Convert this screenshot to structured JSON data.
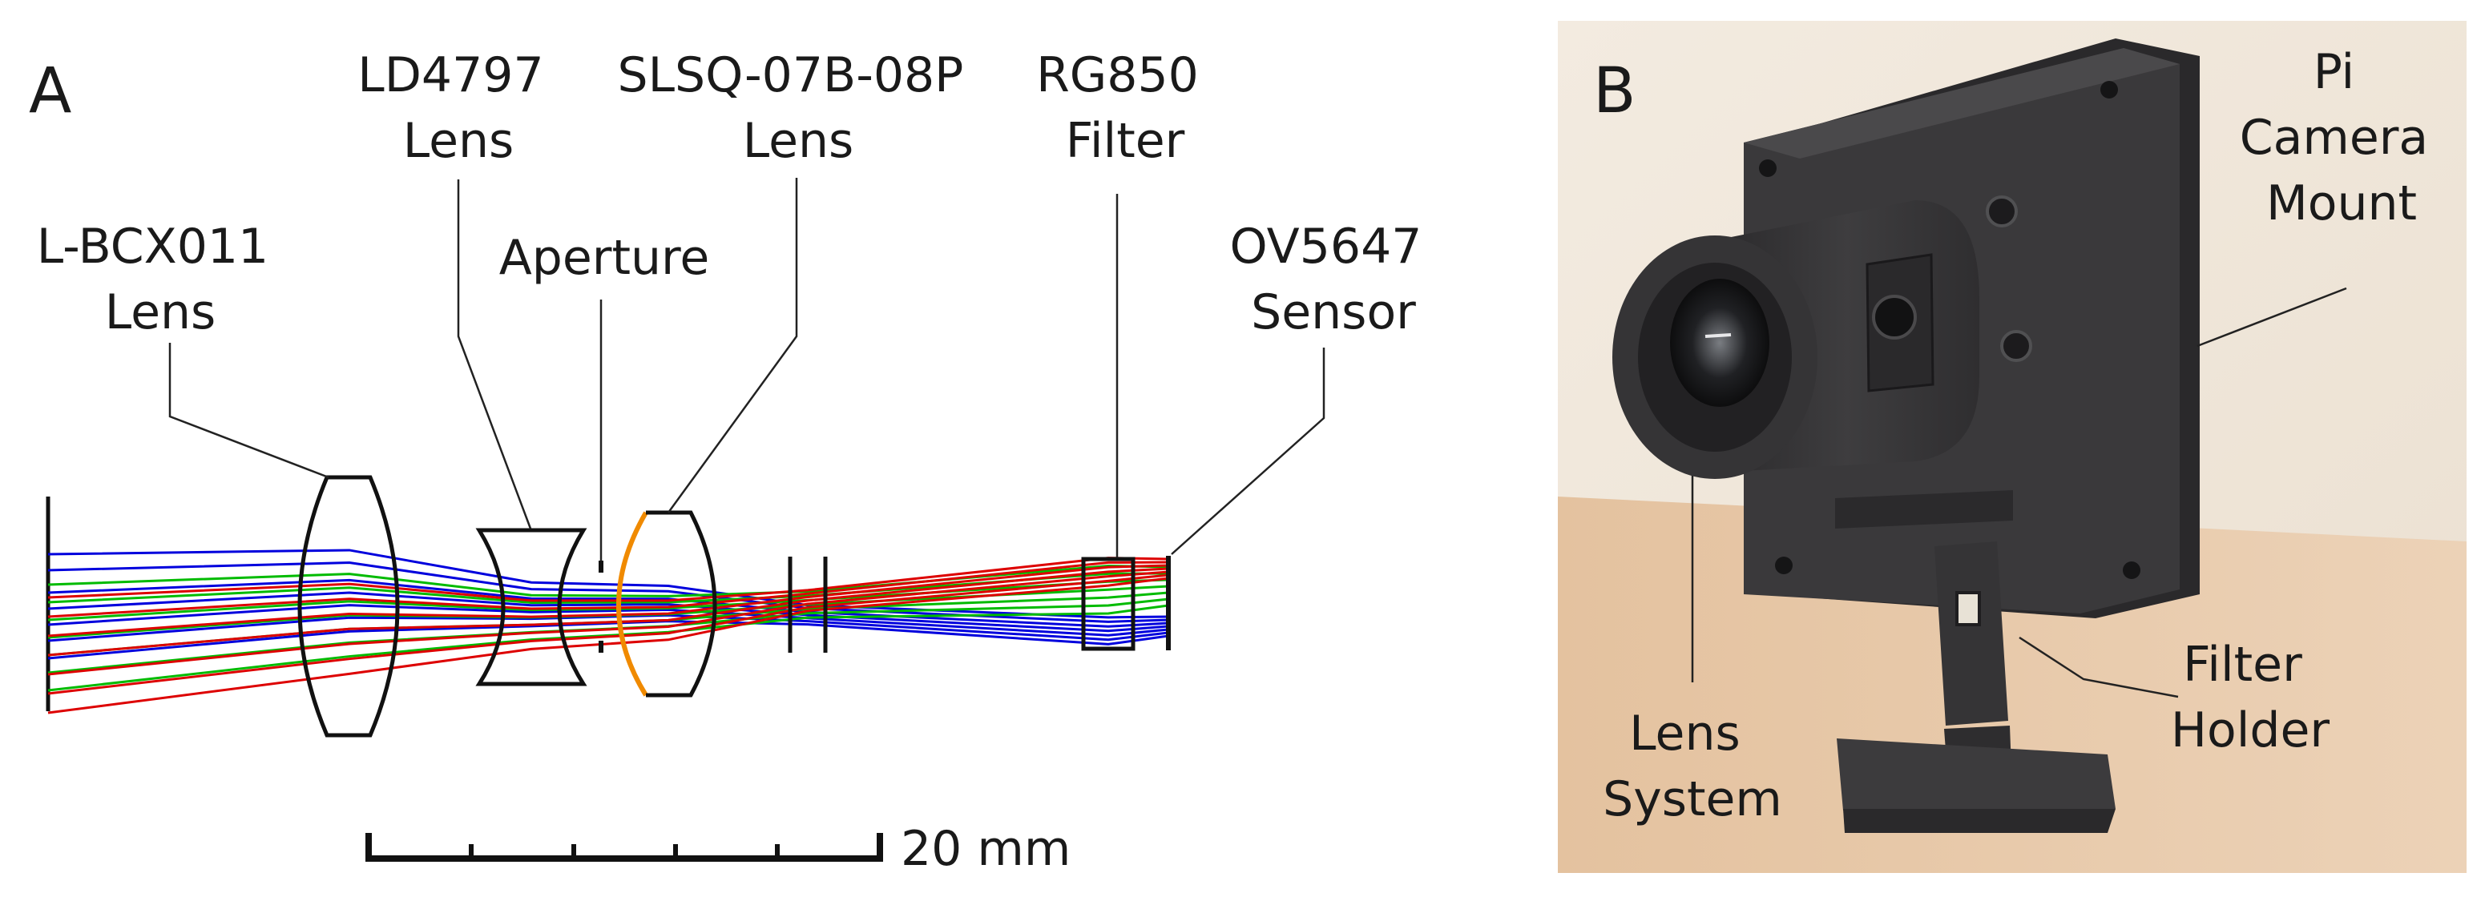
{
  "panels": {
    "a": {
      "letter": "A",
      "labels": {
        "lbcx": [
          "L-BCX011",
          "Lens"
        ],
        "ld": [
          "LD4797",
          "Lens"
        ],
        "aperture": "Aperture",
        "slsq": [
          "SLSQ-07B-08P",
          "Lens"
        ],
        "rg": [
          "RG850",
          "Filter"
        ],
        "ov": [
          "OV5647",
          "Sensor"
        ]
      },
      "scale_bar_label": "20 mm",
      "ray_colors": [
        "#0000dd",
        "#00bb00",
        "#dd0000"
      ],
      "aperture_color": "#f08a00"
    },
    "b": {
      "letter": "B",
      "labels": {
        "mount": [
          "Pi",
          "Camera",
          "Mount"
        ],
        "filter": [
          "Filter",
          "Holder"
        ],
        "lens": [
          "Lens",
          "System"
        ]
      },
      "colors": {
        "wall_top": "#f0e6d8",
        "wall_bottom": "#e6c9a9",
        "print_dark": "#2f2e30",
        "print_mid": "#3b3a3c",
        "print_light": "#4a494b"
      }
    }
  }
}
